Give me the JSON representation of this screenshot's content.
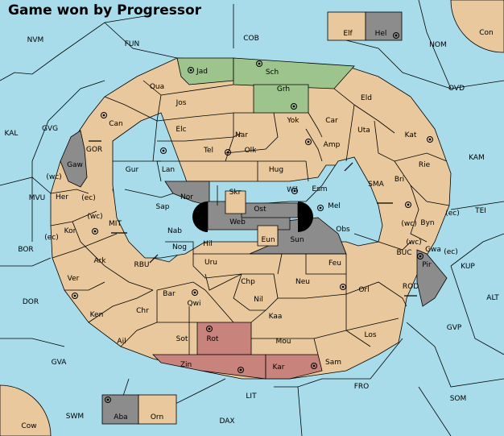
{
  "title": "Game won by Progressor",
  "colors": {
    "sea": "#a8dcea",
    "land": "#e8c89c",
    "neutral_gray": "#8c8c8c",
    "green_power": "#9cc48c",
    "red_power": "#c8847c",
    "black": "#000000"
  },
  "sea_labels": [
    "NVM",
    "FUN",
    "COB",
    "NOM",
    "OVD",
    "KAL",
    "GVG",
    "GOR",
    "KAM",
    "MVU",
    "MIT",
    "SMA",
    "TEI",
    "BOR",
    "RBU",
    "BUC",
    "KUP",
    "DOR",
    "ROD",
    "ALT",
    "GVP",
    "GVA",
    "FRO",
    "SOM",
    "SWM",
    "LIT",
    "DAX",
    "(wc)",
    "(ec)",
    "(wc)",
    "(ec)",
    "(wc)",
    "(ec)",
    "(wc)",
    "(ec)"
  ],
  "land_labels": [
    "Jad",
    "Sch",
    "Qua",
    "Jos",
    "Grh",
    "Eld",
    "Can",
    "Yok",
    "Car",
    "Elc",
    "Nar",
    "Uta",
    "Kat",
    "Tel",
    "Olk",
    "Amp",
    "Gaw",
    "Gur",
    "Lan",
    "Hug",
    "Rie",
    "Bri",
    "Esm",
    "Nor",
    "Wil",
    "Skr",
    "Ost",
    "Mel",
    "Her",
    "Sap",
    "Web",
    "Byn",
    "Kor",
    "Nab",
    "Eun",
    "Obs",
    "Hil",
    "Sun",
    "Gwa",
    "Nog",
    "Pir",
    "Ark",
    "Uru",
    "Feu",
    "Ver",
    "Chp",
    "Neu",
    "Orl",
    "Bar",
    "Qwi",
    "Nil",
    "Ken",
    "Chr",
    "Kaa",
    "Rot",
    "Los",
    "Ail",
    "Sot",
    "Mou",
    "Zin",
    "Kar",
    "Sam",
    "Elf",
    "Hel",
    "Con",
    "Cow",
    "Aba",
    "Orn"
  ]
}
